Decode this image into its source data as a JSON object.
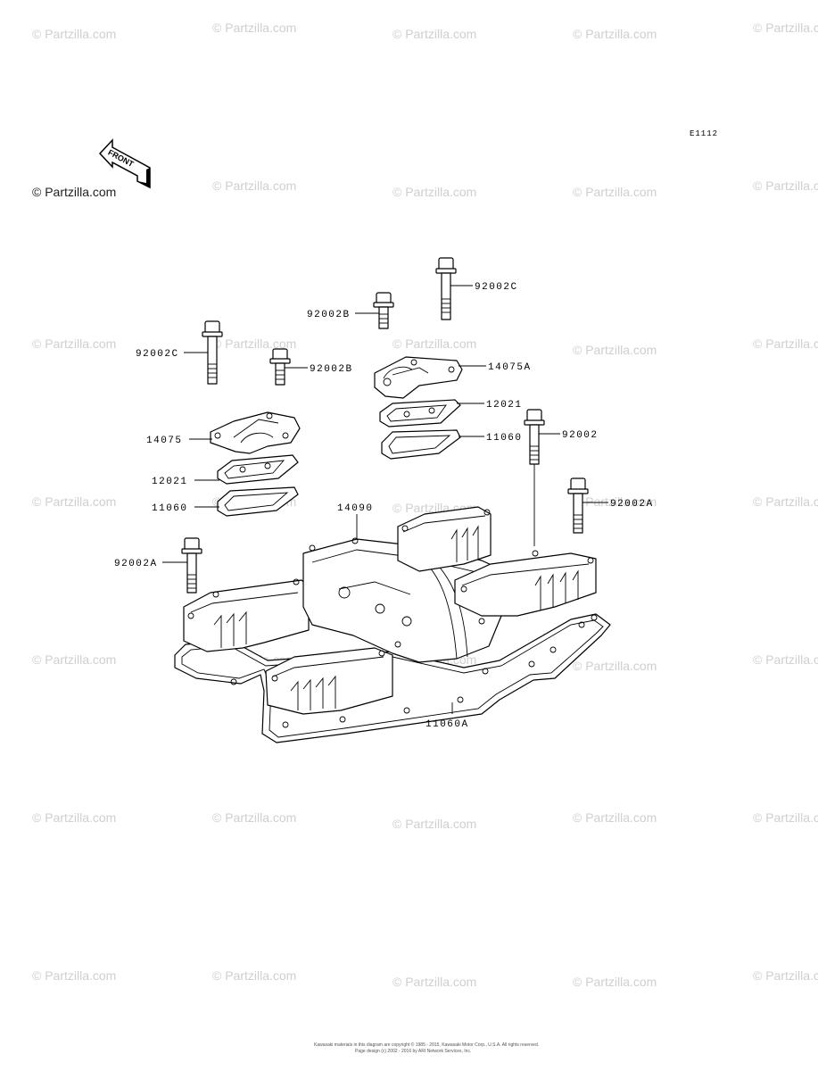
{
  "diagram_code": "E1112",
  "front_arrow_label": "FRONT",
  "brand_watermark": "© Partzilla.com",
  "parts": {
    "p92002C_top": "92002C",
    "p92002B_top": "92002B",
    "p92002C_left": "92002C",
    "p92002B_left": "92002B",
    "p14075A": "14075A",
    "p12021_right": "12021",
    "p11060_right": "11060",
    "p92002": "92002",
    "p14075": "14075",
    "p12021_left": "12021",
    "p11060_left": "11060",
    "p14090": "14090",
    "p92002A_right": "92002A",
    "p92002A_left": "92002A",
    "p11060A": "11060A"
  },
  "copyright_line1": "Kawasaki materials in this diagram are copyright © 1985 - 2015, Kawasaki Motor Corp., U.S.A. All rights reserved.",
  "copyright_line2": "Page design (c) 2002 - 2016 by ARI Network Services, Inc."
}
